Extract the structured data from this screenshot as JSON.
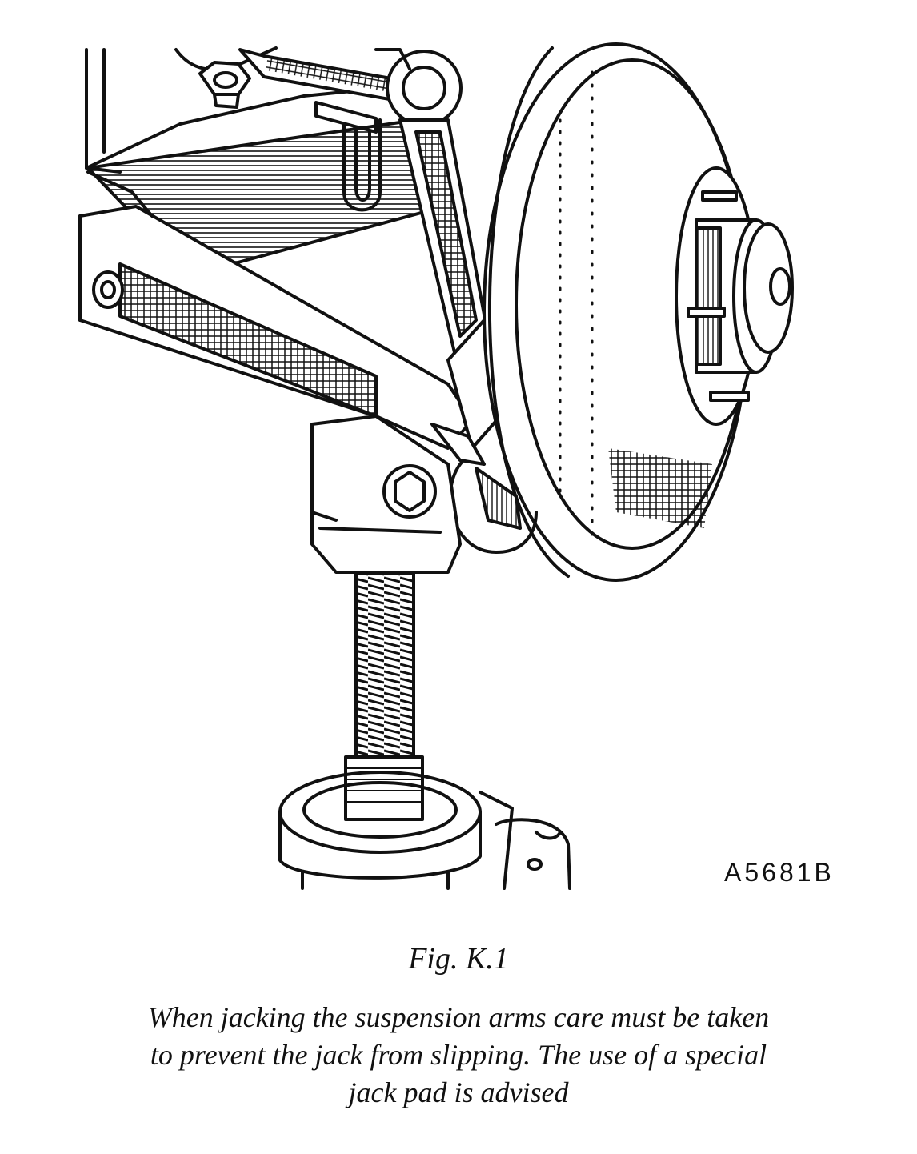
{
  "figure": {
    "plate_number": "A5681B",
    "label": "Fig. K.1",
    "caption_lines": [
      "When jacking the suspension arms care must be taken",
      "to prevent the jack from slipping. The use of a special",
      "jack pad is advised"
    ],
    "ink_color": "#111111",
    "paper_color": "#ffffff"
  }
}
